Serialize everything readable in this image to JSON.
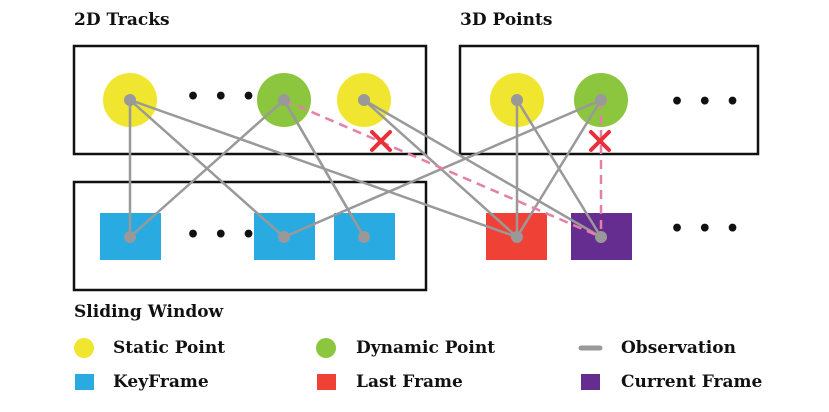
{
  "titles": {
    "tracks_2d": "2D Tracks",
    "points_3d": "3D Points",
    "sliding_window": "Sliding Window"
  },
  "ellipsis": "• • •",
  "legend": {
    "static_point": "Static Point",
    "dynamic_point": "Dynamic Point",
    "observation": "Observation",
    "keyframe": "KeyFrame",
    "last_frame": "Last Frame",
    "current_frame": "Current Frame"
  },
  "colors": {
    "static_point": "#f0e630",
    "dynamic_point": "#8cc63f",
    "keyframe": "#29abe2",
    "last_frame": "#ef4136",
    "current_frame": "#662d91",
    "observation": "#999999",
    "rejected_link": "#e67fa8",
    "reject_mark": "#e8303a"
  }
}
